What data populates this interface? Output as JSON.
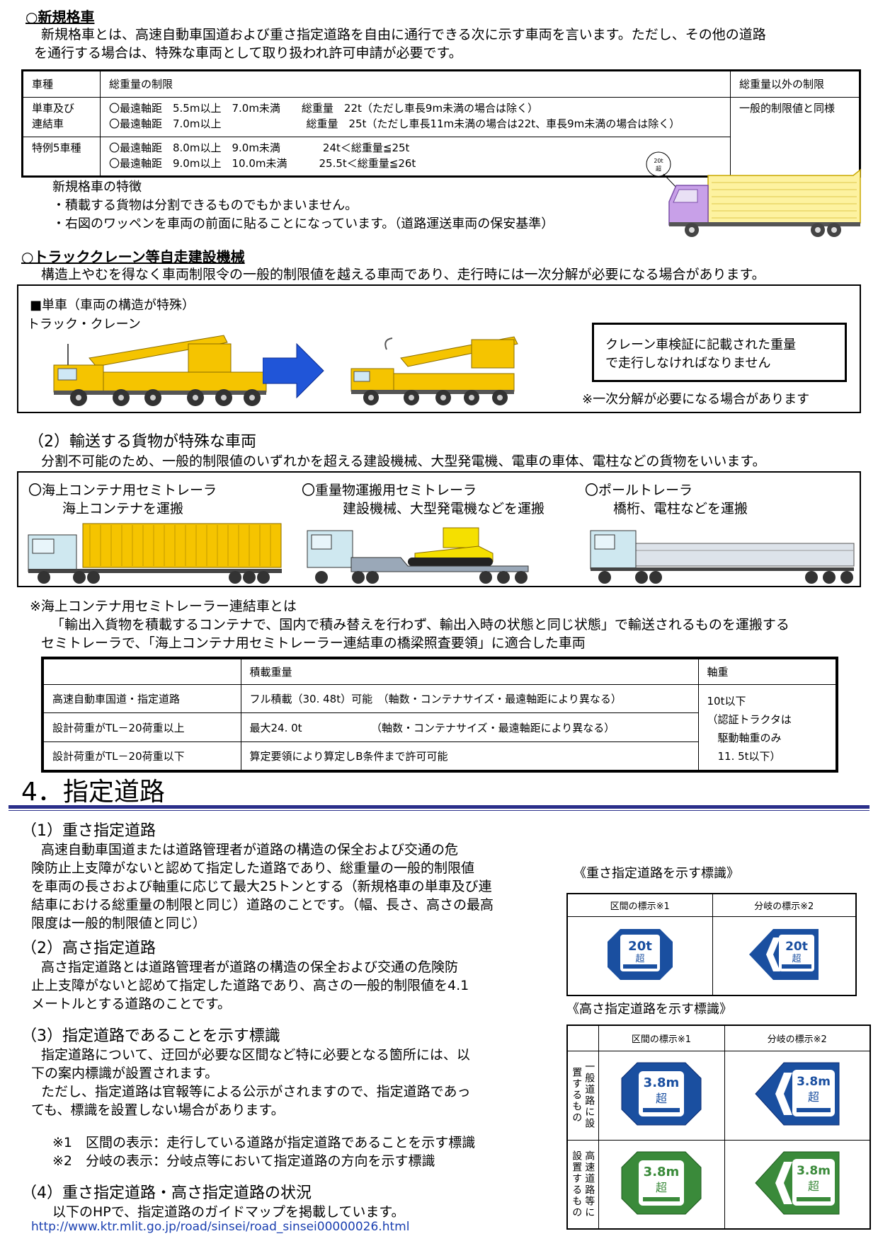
{
  "s1": {
    "title": "○新規格車",
    "p1": "新規格車とは、高速自動車国道および重さ指定道路を自由に通行できる次に示す車両を言います。ただし、その他の道路",
    "p2": "を通行する場合は、特殊な車両として取り扱われ許可申請が必要です。"
  },
  "table1": {
    "h1": "車種",
    "h2": "総重量の制限",
    "h3": "総重量以外の制限",
    "r1c1a": "単車及び",
    "r1c1b": "連結車",
    "r1l1": "〇最遠軸距　5.5m以上　7.0m未満　　総重量　22t（ただし車長9m未満の場合は除く）",
    "r1l2": "〇最遠軸距　7.0m以上　　　　　　　　総重量　25t（ただし車長11m未満の場合は22t、車長9m未満の場合は除く）",
    "r1c3": "一般的制限値と同様",
    "r2c1": "特例5車種",
    "r2l1": "〇最遠軸距　8.0m以上　9.0m未満　　　　24t＜総重量≦25t",
    "r2l2": "〇最遠軸距　9.0m以上　10.0m未満　　　25.5t＜総重量≦26t"
  },
  "features": {
    "title": "新規格車の特徴",
    "l1": "・積載する貨物は分割できるものでもかまいません。",
    "l2": "・右図のワッペンを車両の前面に貼ることになっています。（道路運送車両の保安基準）",
    "badge1": "20t",
    "badge2": "超"
  },
  "s2": {
    "title": "○トラッククレーン等自走建設機械",
    "p1": "構造上やむを得なく車両制限令の一般的制限値を越える車両であり、走行時には一次分解が必要になる場合があります。",
    "box_title": "■単車（車両の構造が特殊）",
    "box_sub": "トラック・クレーン",
    "note1": "クレーン車検証に記載された重量",
    "note2": "で走行しなければなりません",
    "note3": "※一次分解が必要になる場合があります"
  },
  "s3": {
    "title": "（2）輸送する貨物が特殊な車両",
    "p1": "分割不可能のため、一般的制限値のいずれかを超える建設機械、大型発電機、電車の車体、電柱などの貨物をいいます。",
    "c1t": "〇海上コンテナ用セミトレーラ",
    "c1s": "海上コンテナを運搬",
    "c2t": "〇重量物運搬用セミトレーラ",
    "c2s": "建設機械、大型発電機などを運搬",
    "c3t": "〇ポールトレーラ",
    "c3s": "橋桁、電柱などを運搬",
    "n1": "※海上コンテナ用セミトレーラー連結車とは",
    "n2": "「輸出入貨物を積載するコンテナで、国内で積み替えを行わず、輸出入時の状態と同じ状態」で輸送されるものを運搬する",
    "n3": "セミトレーラで、「海上コンテナ用セミトレーラー連結車の橋梁照査要領」に適合した車両"
  },
  "table2": {
    "h2": "積載重量",
    "h3": "軸重",
    "r1c1": "高速自動車国道・指定道路",
    "r1c2": "フル積載（30. 48t）可能　（軸数・コンテナサイズ・最遠軸距により異なる）",
    "r2c1": "設計荷重がTL－20荷重以上",
    "r2c2": "最大24. 0t　　　　　　　（軸数・コンテナサイズ・最遠軸距により異なる）",
    "r3c1": "設計荷重がTL－20荷重以下",
    "r3c2": "算定要領により算定しB条件まで許可可能",
    "c3l1": "10t以下",
    "c3l2": "（認証トラクタは",
    "c3l3": "　駆動軸重のみ",
    "c3l4": "　11. 5t以下）"
  },
  "s4": {
    "heading": "4．指定道路",
    "h1": "（1）重さ指定道路",
    "p1a": "高速自動車国道または道路管理者が道路の構造の保全および交通の危",
    "p1b": "険防止上支障がないと認めて指定した道路であり、総重量の一般的制限値",
    "p1c": "を車両の長さおよび軸重に応じて最大25トンとする（新規格車の単車及び連",
    "p1d": "結車における総重量の制限と同じ）道路のことです。（幅、長さ、高さの最高",
    "p1e": "限度は一般的制限値と同じ）",
    "h2": "（2）高さ指定道路",
    "p2a": "高さ指定道路とは道路管理者が道路の構造の保全および交通の危険防",
    "p2b": "止上支障がないと認めて指定した道路であり、高さの一般的制限値を4.1",
    "p2c": "メートルとする道路のことです。",
    "h3": "（3）指定道路であることを示す標識",
    "p3a": "指定道路について、迂回が必要な区間など特に必要となる箇所には、以",
    "p3b": "下の案内標識が設置されます。",
    "p3c": "ただし、指定道路は官報等による公示がされますので、指定道路であっ",
    "p3d": "ても、標識を設置しない場合があります。",
    "p3e": "※1　区間の表示：走行している道路が指定道路であることを示す標識",
    "p3f": "※2　分岐の表示：分岐点等において指定道路の方向を示す標識",
    "h4": "（4）重さ指定道路・高さ指定道路の状況",
    "p4": "以下のHPで、指定道路のガイドマップを掲載しています。",
    "url": "http://www.ktr.mlit.go.jp/road/sinsei/road_sinsei00000026.html"
  },
  "signs": {
    "w_title": "《重さ指定道路を示す標識》",
    "col1": "区間の標示※1",
    "col2": "分岐の標示※2",
    "w_val": "20t",
    "w_sub": "超",
    "h_title": "《高さ指定道路を示す標識》",
    "h_val": "3.8m",
    "h_sub": "超",
    "row1": "一般道路に設置するもの",
    "row2": "高速道路等に設置するもの"
  },
  "colors": {
    "truck_yellow": "#f5c400",
    "sign_blue": "#1a4fa0",
    "sign_green": "#3a8a3a",
    "arrow_blue": "#2055d8",
    "rule_blue": "#2a2f8a"
  }
}
